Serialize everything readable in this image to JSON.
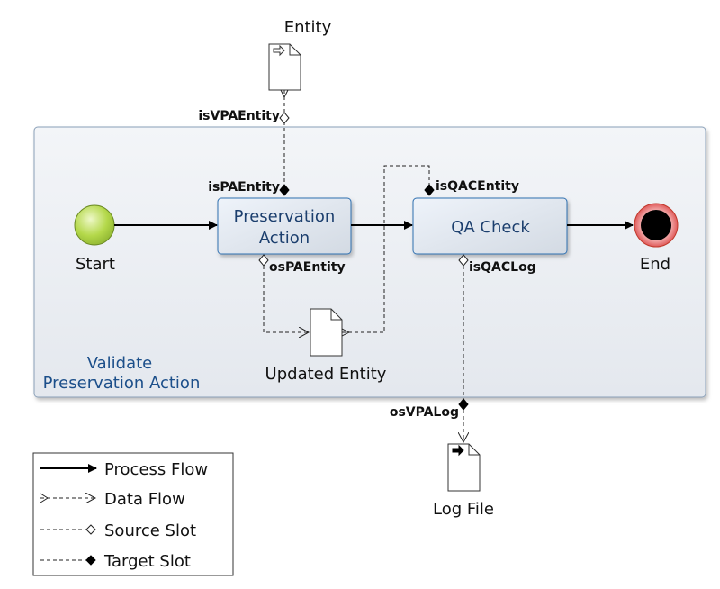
{
  "process": {
    "name_line1": "Validate",
    "name_line2": "Preservation Action"
  },
  "events": {
    "start_label": "Start",
    "end_label": "End"
  },
  "tasks": {
    "preservation_action_line1": "Preservation",
    "preservation_action_line2": "Action",
    "qa_check": "QA Check"
  },
  "data_objects": {
    "entity": "Entity",
    "updated_entity": "Updated Entity",
    "log_file": "Log File"
  },
  "slots": {
    "is_vpa_entity": "isVPAEntity",
    "is_pa_entity": "isPAEntity",
    "os_pa_entity": "osPAEntity",
    "is_qac_entity": "isQACEntity",
    "is_qac_log": "isQACLog",
    "os_vpa_log": "osVPALog"
  },
  "legend": {
    "process_flow": "Process Flow",
    "data_flow": "Data Flow",
    "source_slot": "Source Slot",
    "target_slot": "Target Slot"
  },
  "colors": {
    "start_fill": "#b4d84a",
    "end_ring": "#e05a5a",
    "task_border": "#2f6fb0",
    "container_border": "#8aa0b8"
  }
}
